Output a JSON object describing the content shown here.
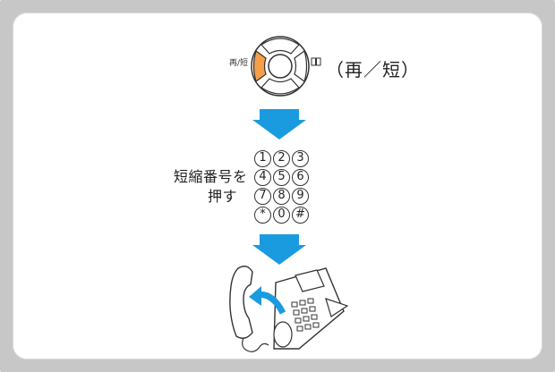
{
  "nav_key": {
    "left_label": "再/短",
    "caption": "（再／短）",
    "right_icon": "book-icon"
  },
  "keypad": {
    "label_line1": "短縮番号を",
    "label_line2": "押す",
    "keys": [
      "1",
      "2",
      "3",
      "4",
      "5",
      "6",
      "7",
      "8",
      "9",
      "*",
      "0",
      "#"
    ]
  },
  "colors": {
    "arrow": "#1a9be0",
    "accent_orange": "#f4a04a",
    "panel_border": "#c7c7c7"
  }
}
